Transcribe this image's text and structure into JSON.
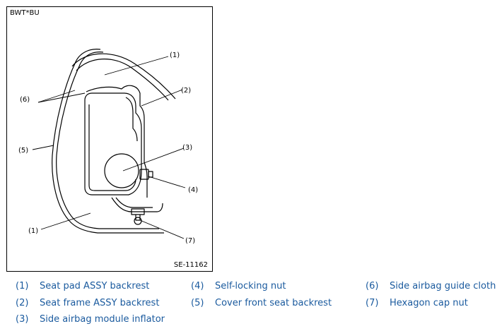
{
  "figure": {
    "code": "BWT*BU",
    "id": "SE-11162",
    "callouts": [
      "(1)",
      "(2)",
      "(3)",
      "(4)",
      "(5)",
      "(6)",
      "(1)",
      "(7)"
    ]
  },
  "legend": [
    {
      "num": "(1)",
      "label": "Seat pad ASSY backrest"
    },
    {
      "num": "(2)",
      "label": "Seat frame ASSY backrest"
    },
    {
      "num": "(3)",
      "label": "Side airbag module inflator"
    },
    {
      "num": "(4)",
      "label": "Self-locking nut"
    },
    {
      "num": "(5)",
      "label": "Cover front seat backrest"
    },
    {
      "num": "(6)",
      "label": "Side airbag guide cloth"
    },
    {
      "num": "(7)",
      "label": "Hexagon cap nut"
    }
  ],
  "colors": {
    "legend_text": "#1a5a9e",
    "line": "#000000"
  }
}
